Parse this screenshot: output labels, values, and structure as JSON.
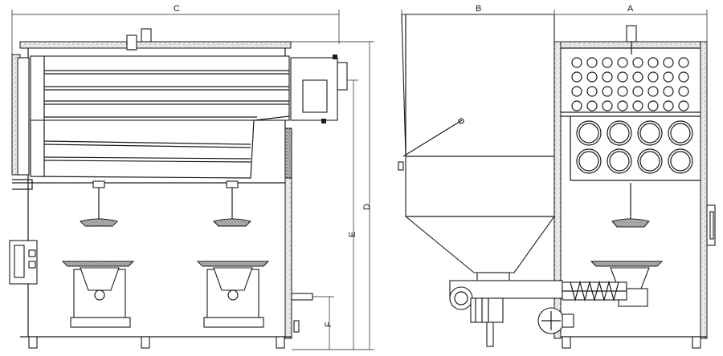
{
  "dimension_labels": {
    "A": "A",
    "B": "B",
    "C": "C",
    "D": "D",
    "E": "E",
    "F": "F"
  },
  "colors": {
    "line": "#1a1a1a",
    "insulation": "#e8e8e8",
    "background": "#ffffff"
  }
}
